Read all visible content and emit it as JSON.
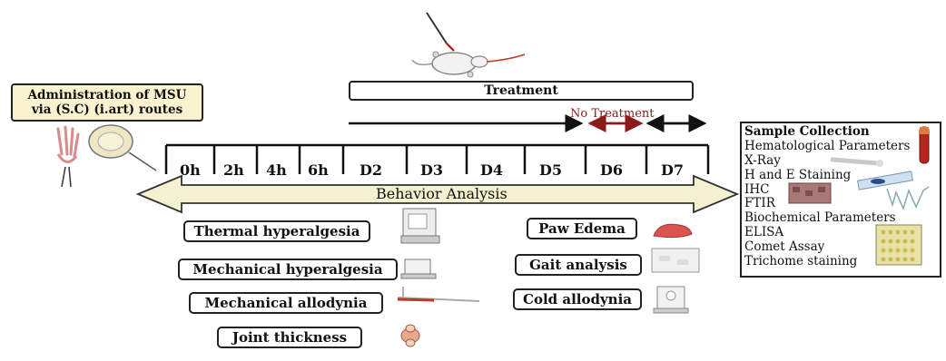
{
  "administration": {
    "line1": "Administration of MSU",
    "line2": "via (S.C) (i.art) routes"
  },
  "treatment_label": "Treatment",
  "no_treatment_label": "No Treatment",
  "behavior_label": "Behavior Analysis",
  "timepoints": [
    "0h",
    "2h",
    "4h",
    "6h",
    "D2",
    "D3",
    "D4",
    "D5",
    "D6",
    "D7"
  ],
  "left_tests": [
    "Thermal hyperalgesia",
    "Mechanical hyperalgesia",
    "Mechanical allodynia",
    "Joint thickness"
  ],
  "right_tests": [
    "Paw Edema",
    "Gait analysis",
    "Cold allodynia"
  ],
  "sample_panel": [
    "Sample Collection",
    "Hematological Parameters",
    "X-Ray",
    "H and E Staining",
    "IHC",
    "FTIR",
    "Biochemical Parameters",
    "ELISA",
    "Comet Assay",
    "Trichome staining"
  ],
  "colors": {
    "admin_fill": "#fbf3cf",
    "arrow_fill": "#f5f0cf",
    "no_treatment_red": "#8b1a1a",
    "tube_red": "#b3261e"
  }
}
